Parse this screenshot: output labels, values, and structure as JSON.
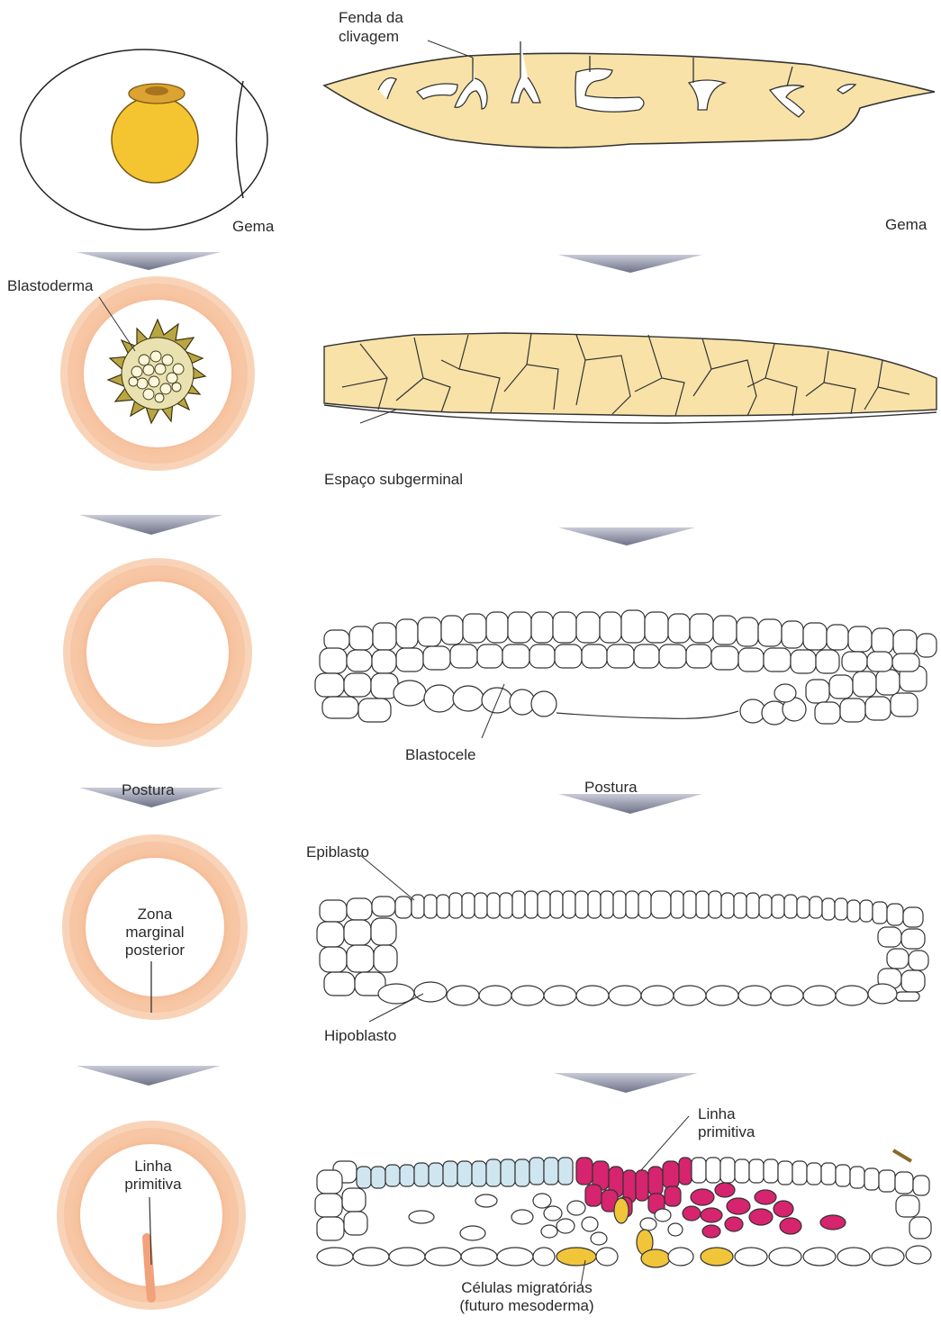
{
  "labels": {
    "fenda": "Fenda da",
    "clivagem": "clivagem",
    "gema_left": "Gema",
    "gema_right": "Gema",
    "blastoderma": "Blastoderma",
    "espaco": "Espaço subgerminal",
    "blastocele": "Blastocele",
    "postura_left": "Postura",
    "postura_right": "Postura",
    "epiblasto": "Epiblasto",
    "zona1": "Zona",
    "zona2": "marginal",
    "zona3": "posterior",
    "hipoblasto": "Hipoblasto",
    "linha_l1": "Linha",
    "linha_l2": "primitiva",
    "linha_r1": "Linha",
    "linha_r2": "primitiva",
    "celulas1": "Células migratórias",
    "celulas2": "(futuro mesoderma)"
  },
  "colors": {
    "yolk": "#f5c531",
    "yolk_dark": "#c9962a",
    "cream": "#f8e2a8",
    "ring": "#f4b98c",
    "arrow": "#7f8297",
    "epiblast_blue": "#cfe6f0",
    "streak_magenta": "#d6246e",
    "migrating_yellow": "#f0c53a",
    "blastoderm_olive": "#b9a642"
  }
}
